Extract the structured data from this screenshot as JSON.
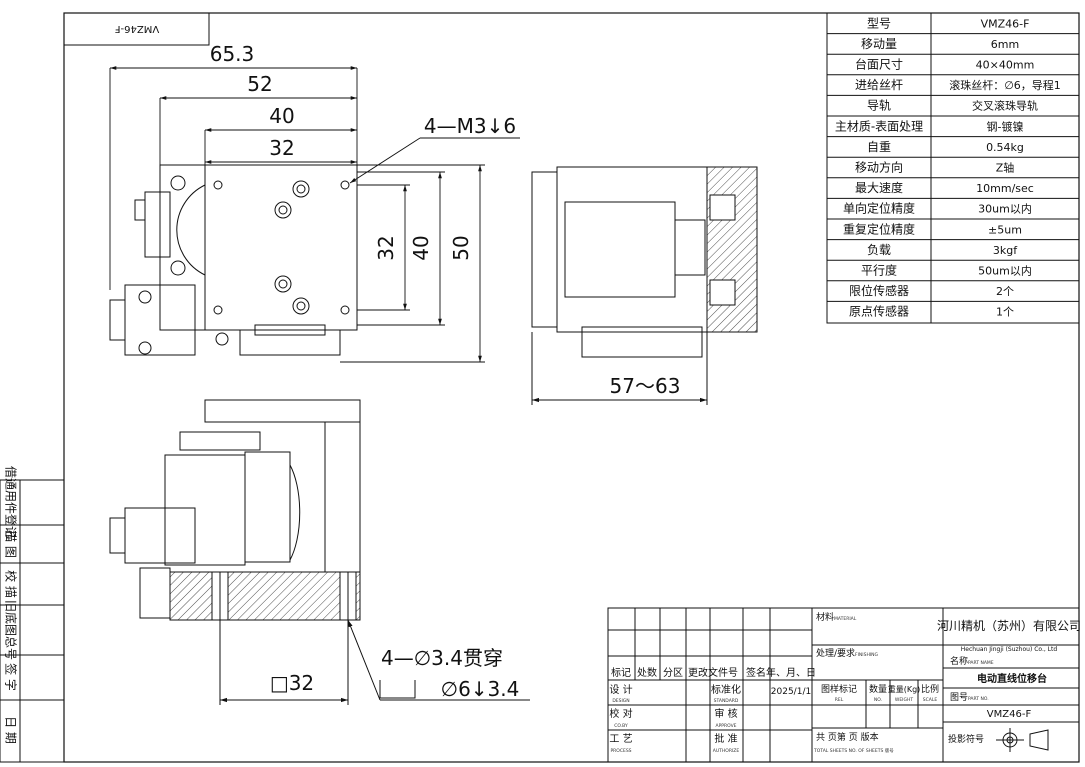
{
  "drawing": {
    "mirror_label": "VMZ46-F",
    "views": {
      "top": {
        "dims_horizontal": [
          "65.3",
          "52",
          "40",
          "32"
        ],
        "dims_vertical": [
          "32",
          "40",
          "50"
        ],
        "callout": "4—M3↓6"
      },
      "side": {
        "dim": "57～63"
      },
      "front": {
        "callout_line1": "4—∅3.4贯穿",
        "callout_line2": "∅6↓3.4",
        "square_dim": "□32"
      }
    }
  },
  "spec_table": {
    "rows": [
      {
        "label": "型号",
        "value": "VMZ46-F"
      },
      {
        "label": "移动量",
        "value": "6mm"
      },
      {
        "label": "台面尺寸",
        "value": "40×40mm"
      },
      {
        "label": "进给丝杆",
        "value": "滚珠丝杆：∅6，导程1"
      },
      {
        "label": "导轨",
        "value": "交叉滚珠导轨"
      },
      {
        "label": "主材质-表面处理",
        "value": "钢-镀镍"
      },
      {
        "label": "自重",
        "value": "0.54kg"
      },
      {
        "label": "移动方向",
        "value": "Z轴"
      },
      {
        "label": "最大速度",
        "value": "10mm/sec"
      },
      {
        "label": "单向定位精度",
        "value": "30um以内"
      },
      {
        "label": "重复定位精度",
        "value": "±5um"
      },
      {
        "label": "负载",
        "value": "3kgf"
      },
      {
        "label": "平行度",
        "value": "50um以内"
      },
      {
        "label": "限位传感器",
        "value": "2个"
      },
      {
        "label": "原点传感器",
        "value": "1个"
      }
    ]
  },
  "left_margin": [
    "借通用件登记",
    "描 图",
    "校 描",
    "旧底图总号",
    "签 字",
    "日 期"
  ],
  "title_block": {
    "col_headers": [
      "标记",
      "处数",
      "分区",
      "更改文件号",
      "签名",
      "年、月、日"
    ],
    "design": "设 计",
    "design_en": "DESIGN",
    "check": "校 对",
    "check_en": "CO.BY",
    "process": "工 艺",
    "process_en": "PROCESS",
    "standard": "标准化",
    "standard_en": "STANDARD",
    "review": "审 核",
    "review_en": "APPROVE",
    "approve": "批 准",
    "approve_en": "AUTHORIZE",
    "date": "2025/1/1",
    "material": "材料",
    "material_en": "MATERIAL",
    "finish": "处理/要求",
    "finish_en": "FINISHING",
    "stage_mark": "图样标记",
    "stage_mark_en": "REL",
    "quantity": "数量",
    "quantity_en": "NO.",
    "weight": "重量(Kg)",
    "weight_en": "WEIGHT",
    "scale": "比例",
    "scale_en": "SCALE",
    "sheets": "共 页第 页 版本",
    "sheets_en": "TOTAL SHEETS NO. OF SHEETS 版号",
    "company": "河川精机（苏州）有限公司",
    "company_en": "Hechuan Jingji (Suzhou) Co., Ltd",
    "name_label": "名称",
    "name_label_en": "PART NAME",
    "part_name": "电动直线位移台",
    "no_label": "图号",
    "no_label_en": "PART NO.",
    "part_no": "VMZ46-F",
    "projection": "投影符号"
  }
}
